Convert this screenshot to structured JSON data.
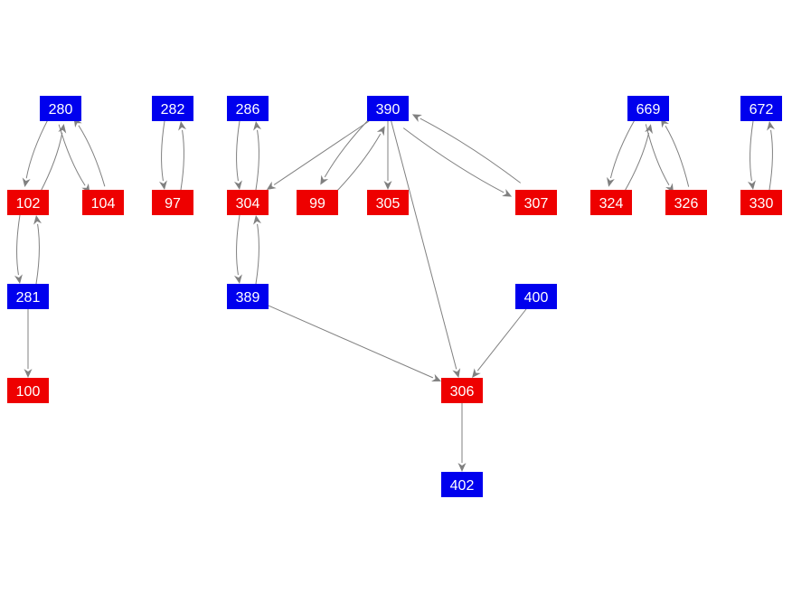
{
  "colors": {
    "blue": "#0000ee",
    "red": "#ee0000",
    "edge": "#808080",
    "label": "#ffffff"
  },
  "nodes": [
    {
      "id": "280",
      "label": "280",
      "color": "blue"
    },
    {
      "id": "282",
      "label": "282",
      "color": "blue"
    },
    {
      "id": "286",
      "label": "286",
      "color": "blue"
    },
    {
      "id": "390",
      "label": "390",
      "color": "blue"
    },
    {
      "id": "669",
      "label": "669",
      "color": "blue"
    },
    {
      "id": "672",
      "label": "672",
      "color": "blue"
    },
    {
      "id": "102",
      "label": "102",
      "color": "red"
    },
    {
      "id": "104",
      "label": "104",
      "color": "red"
    },
    {
      "id": "97",
      "label": "97",
      "color": "red"
    },
    {
      "id": "304",
      "label": "304",
      "color": "red"
    },
    {
      "id": "99",
      "label": "99",
      "color": "red"
    },
    {
      "id": "305",
      "label": "305",
      "color": "red"
    },
    {
      "id": "307",
      "label": "307",
      "color": "red"
    },
    {
      "id": "324",
      "label": "324",
      "color": "red"
    },
    {
      "id": "326",
      "label": "326",
      "color": "red"
    },
    {
      "id": "330",
      "label": "330",
      "color": "red"
    },
    {
      "id": "281",
      "label": "281",
      "color": "blue"
    },
    {
      "id": "389",
      "label": "389",
      "color": "blue"
    },
    {
      "id": "400",
      "label": "400",
      "color": "blue"
    },
    {
      "id": "100",
      "label": "100",
      "color": "red"
    },
    {
      "id": "306",
      "label": "306",
      "color": "red"
    },
    {
      "id": "402",
      "label": "402",
      "color": "blue"
    }
  ],
  "edges": [
    {
      "from": "280",
      "to": "102"
    },
    {
      "from": "102",
      "to": "280"
    },
    {
      "from": "280",
      "to": "104"
    },
    {
      "from": "104",
      "to": "280"
    },
    {
      "from": "102",
      "to": "281"
    },
    {
      "from": "281",
      "to": "102"
    },
    {
      "from": "281",
      "to": "100"
    },
    {
      "from": "282",
      "to": "97"
    },
    {
      "from": "97",
      "to": "282"
    },
    {
      "from": "286",
      "to": "304"
    },
    {
      "from": "304",
      "to": "286"
    },
    {
      "from": "304",
      "to": "389"
    },
    {
      "from": "389",
      "to": "304"
    },
    {
      "from": "390",
      "to": "304"
    },
    {
      "from": "390",
      "to": "99"
    },
    {
      "from": "99",
      "to": "390"
    },
    {
      "from": "390",
      "to": "305"
    },
    {
      "from": "390",
      "to": "307"
    },
    {
      "from": "307",
      "to": "390"
    },
    {
      "from": "390",
      "to": "306"
    },
    {
      "from": "389",
      "to": "306"
    },
    {
      "from": "400",
      "to": "306"
    },
    {
      "from": "306",
      "to": "402"
    },
    {
      "from": "669",
      "to": "324"
    },
    {
      "from": "324",
      "to": "669"
    },
    {
      "from": "669",
      "to": "326"
    },
    {
      "from": "326",
      "to": "669"
    },
    {
      "from": "672",
      "to": "330"
    },
    {
      "from": "330",
      "to": "672"
    }
  ]
}
